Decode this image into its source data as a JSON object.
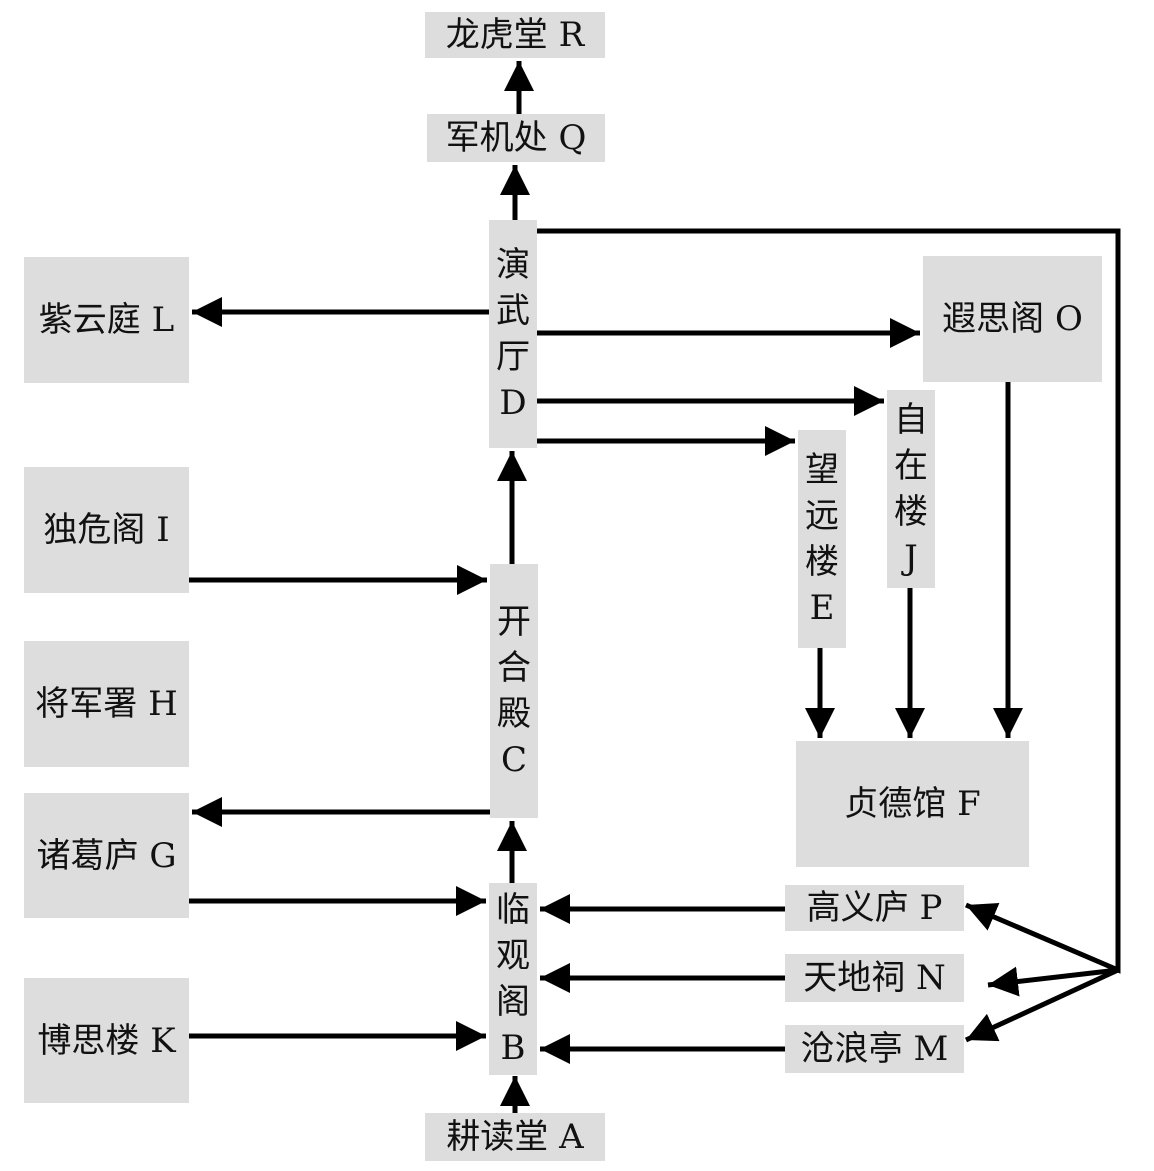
{
  "colors": {
    "box_fill": "#dddddd",
    "line": "#000000",
    "text": "#111111",
    "background": "#ffffff"
  },
  "nodes": {
    "A": {
      "name": "耕读堂",
      "letter": "A"
    },
    "B": {
      "name": "临观阁",
      "letter": "B"
    },
    "C": {
      "name": "开合殿",
      "letter": "C"
    },
    "D": {
      "name": "演武厅",
      "letter": "D"
    },
    "E": {
      "name": "望远楼",
      "letter": "E"
    },
    "F": {
      "name": "贞德馆",
      "letter": "F"
    },
    "G": {
      "name": "诸葛庐",
      "letter": "G"
    },
    "H": {
      "name": "将军署",
      "letter": "H"
    },
    "I": {
      "name": "独危阁",
      "letter": "I"
    },
    "J": {
      "name": "自在楼",
      "letter": "J"
    },
    "K": {
      "name": "博思楼",
      "letter": "K"
    },
    "L": {
      "name": "紫云庭",
      "letter": "L"
    },
    "M": {
      "name": "沧浪亭",
      "letter": "M"
    },
    "N": {
      "name": "天地祠",
      "letter": "N"
    },
    "O": {
      "name": "遐思阁",
      "letter": "O"
    },
    "P": {
      "name": "高义庐",
      "letter": "P"
    },
    "Q": {
      "name": "军机处",
      "letter": "Q"
    },
    "R": {
      "name": "龙虎堂",
      "letter": "R"
    }
  },
  "edges": [
    {
      "from": "A",
      "to": "B"
    },
    {
      "from": "B",
      "to": "C"
    },
    {
      "from": "C",
      "to": "D"
    },
    {
      "from": "D",
      "to": "Q"
    },
    {
      "from": "Q",
      "to": "R"
    },
    {
      "from": "D",
      "to": "L"
    },
    {
      "from": "D",
      "to": "O"
    },
    {
      "from": "D",
      "to": "J"
    },
    {
      "from": "D",
      "to": "E"
    },
    {
      "from": "D",
      "to": "M"
    },
    {
      "from": "D",
      "to": "N"
    },
    {
      "from": "D",
      "to": "P"
    },
    {
      "from": "I",
      "to": "C"
    },
    {
      "from": "C",
      "to": "G"
    },
    {
      "from": "G",
      "to": "B"
    },
    {
      "from": "K",
      "to": "B"
    },
    {
      "from": "P",
      "to": "B"
    },
    {
      "from": "N",
      "to": "B"
    },
    {
      "from": "M",
      "to": "B"
    },
    {
      "from": "E",
      "to": "F"
    },
    {
      "from": "J",
      "to": "F"
    },
    {
      "from": "O",
      "to": "F"
    }
  ]
}
